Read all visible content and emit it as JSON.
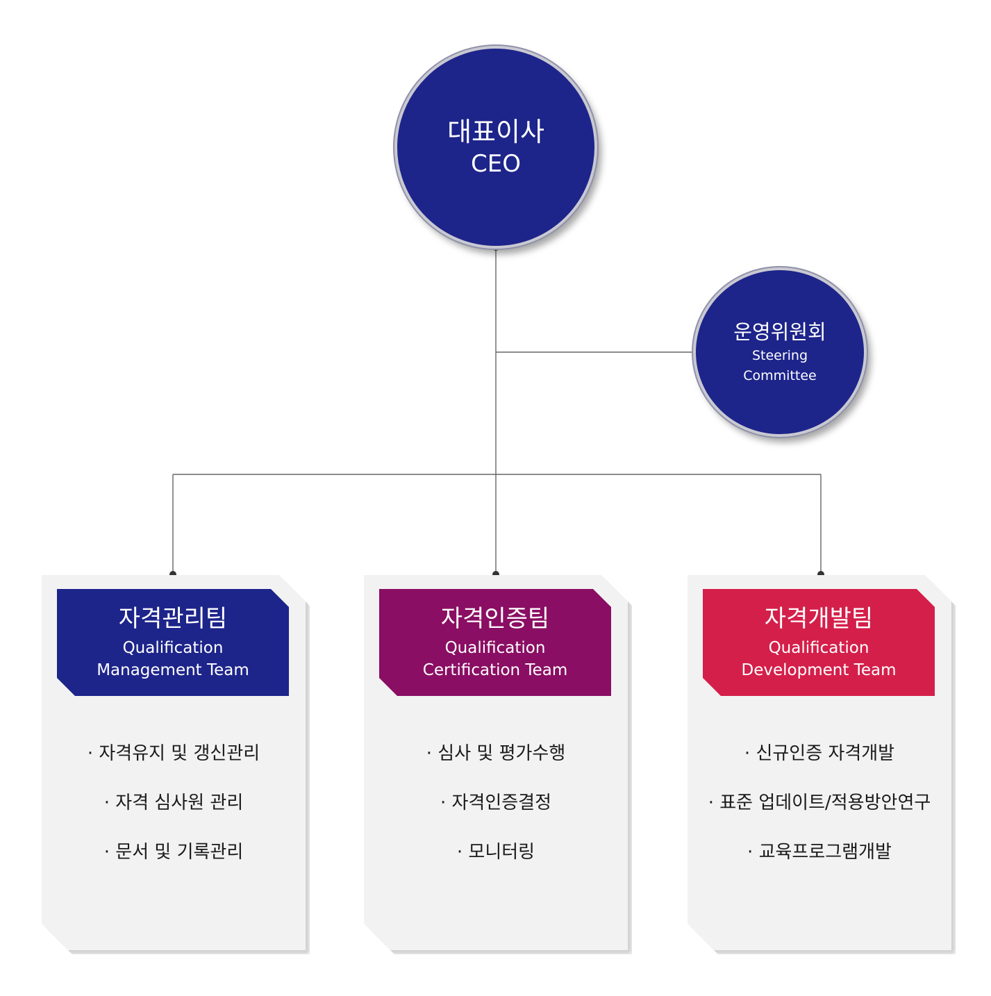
{
  "ceo": {
    "title_kr": "대표이사",
    "title_en": "CEO"
  },
  "committee": {
    "title_kr": "운영위원회",
    "title_en_1": "Steering",
    "title_en_2": "Committee"
  },
  "teams": [
    {
      "name_kr": "자격관리팀",
      "name_en_1": "Qualification",
      "name_en_2": "Management Team",
      "duties": [
        "·  자격유지 및 갱신관리",
        "·  자격 심사원 관리",
        "·  문서 및 기록관리"
      ]
    },
    {
      "name_kr": "자격인증팀",
      "name_en_1": "Qualification",
      "name_en_2": "Certification Team",
      "duties": [
        "· 심사 및 평가수행",
        "· 자격인증결정",
        "· 모니터링"
      ]
    },
    {
      "name_kr": "자격개발팀",
      "name_en_1": "Qualification",
      "name_en_2": "Development Team",
      "duties": [
        "· 신규인증 자격개발",
        "· 표준 업데이트/적용방안연구",
        "· 교육프로그램개발"
      ]
    }
  ],
  "colors": {
    "ceo": "#1d248a",
    "committee": "#1d248a",
    "management_team": "#1d248a",
    "certification_team": "#8a0e63",
    "development_team": "#d41f4a",
    "card_background": "#f2f2f2",
    "connector": "#555555"
  }
}
